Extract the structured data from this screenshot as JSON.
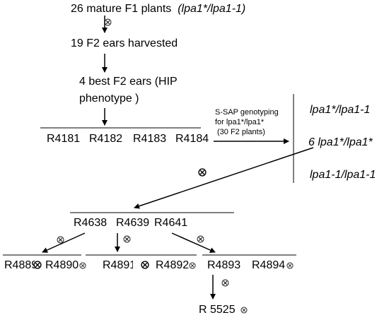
{
  "diagram": {
    "step_1": {
      "prefix": "26 mature F1 plants",
      "genotype": "(lpa1*/lpa1-1)"
    },
    "step_2": "19 F2 ears harvested",
    "step_3_line1": "4 best F2 ears (HIP",
    "step_3_line2": "phenotype )",
    "row_1": [
      "R4181",
      "R4182",
      "R4183",
      "R4184"
    ],
    "genotyping": [
      "S-SAP genotyping",
      "for lpa1*/lpa1*",
      "(30  F2 plants)"
    ],
    "genotypes": [
      "lpa1*/lpa1-1",
      "6 lpa1*/lpa1*",
      "lpa1-1/lpa1-1"
    ],
    "row_2": [
      "R4638",
      "R4639",
      "R4641"
    ],
    "row_3": [
      "R4889",
      "R4890",
      "R4891",
      "R4892",
      "R4893",
      "R4894"
    ],
    "final": "R 5525",
    "self_symbol_icon": "selfing-symbol-circled-x"
  }
}
